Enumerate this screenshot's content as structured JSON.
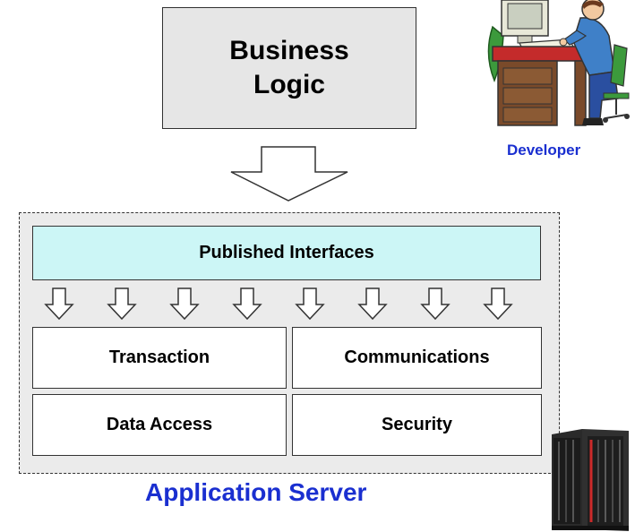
{
  "business_logic": {
    "line1": "Business",
    "line2": "Logic"
  },
  "developer": {
    "label": "Developer"
  },
  "published_interfaces": {
    "label": "Published Interfaces"
  },
  "modules": {
    "transaction": "Transaction",
    "communications": "Communications",
    "data_access": "Data Access",
    "security": "Security"
  },
  "app_server": {
    "label": "Application Server"
  },
  "icons": [
    "developer-at-desk-icon",
    "server-rack-icon"
  ],
  "colors": {
    "label_blue": "#1a2fd0",
    "published_fill": "#ccf6f6",
    "box_gray": "#e6e6e6",
    "container_gray": "#ebebeb"
  }
}
